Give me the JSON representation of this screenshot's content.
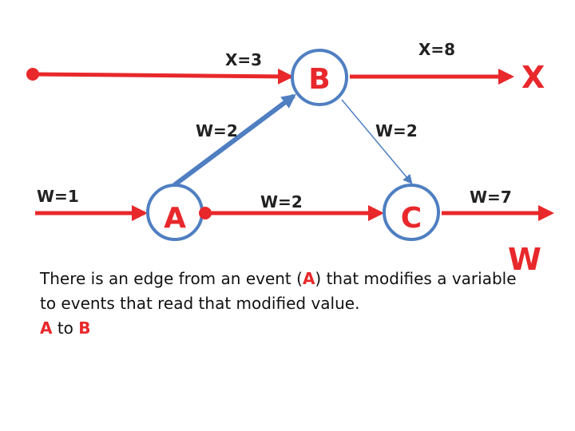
{
  "nodes": {
    "a": "A",
    "b": "B",
    "c": "C"
  },
  "edges": {
    "x_in": "X=3",
    "x_out": "X=8",
    "w_in": "W=1",
    "a_to_c": "W=2",
    "a_to_b": "W=2",
    "b_to_c": "W=2",
    "w_out": "W=7"
  },
  "variables": {
    "x": "X",
    "w": "W"
  },
  "caption": {
    "part1": "There is an edge from an event (",
    "event": "A",
    "part2": ") that modifies a variable to events that read that modified value.",
    "from": "A",
    "connector": " to ",
    "to": "B"
  },
  "colors": {
    "red": "#e8282b",
    "blue": "#4f7fc1",
    "node_fill": "#ffffff"
  }
}
